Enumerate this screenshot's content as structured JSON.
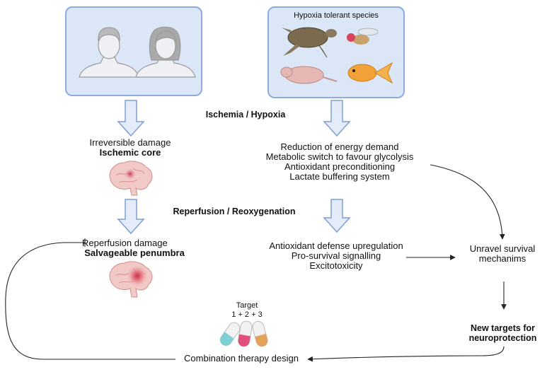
{
  "panels": {
    "human": {
      "figures": [
        "man-icon",
        "woman-icon"
      ]
    },
    "tolerant": {
      "title": "Hypoxia tolerant species",
      "species": [
        "turtle-icon",
        "fruit-fly-icon",
        "naked-mole-rat-icon",
        "goldfish-icon"
      ]
    }
  },
  "stage_labels": {
    "ischemia": "Ischemia / Hypoxia",
    "reperfusion": "Reperfusion / Reoxygenation"
  },
  "left_column": {
    "damage_1": "Irreversible damage",
    "damage_1_bold": "Ischemic core",
    "damage_2": "Reperfusion damage",
    "damage_2_bold": "Salvageable penumbra"
  },
  "right_column": {
    "responses_1": [
      "Reduction of energy demand",
      "Metabolic switch to favour glycolysis",
      "Antioxidant preconditioning",
      "Lactate buffering system"
    ],
    "responses_2": [
      "Antioxidant defense upregulation",
      "Pro-survival signalling",
      "Excitotoxicity"
    ]
  },
  "outcomes": {
    "unravel": [
      "Unravel  survival",
      "mechanims"
    ],
    "targets": [
      "New targets for",
      "neuroprotection"
    ],
    "combination": "Combination therapy design"
  },
  "drug": {
    "target_title": "Target",
    "target_formula": "1 + 2 + 3"
  },
  "colors": {
    "panel_fill": "#dbe6f6",
    "panel_border": "#8faadc",
    "arrow_fill": "#e4ecf9",
    "arrow_stroke": "#7f9fd4",
    "capsule_1": "#7fcfd6",
    "capsule_2": "#e0507a",
    "capsule_3": "#e3a25a"
  }
}
